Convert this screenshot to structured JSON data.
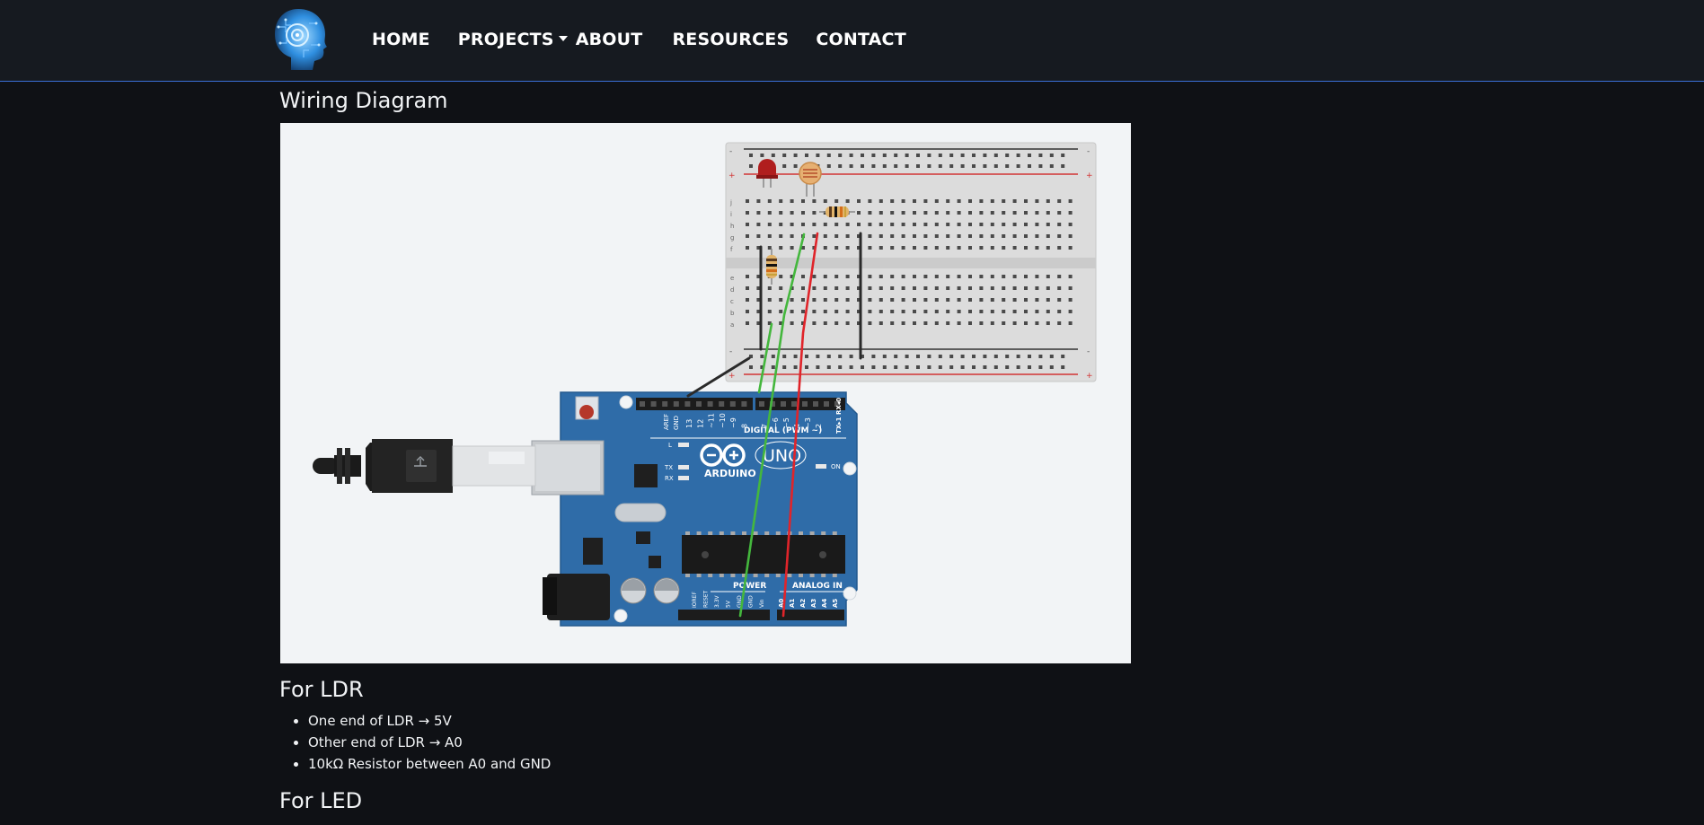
{
  "nav": {
    "items": [
      {
        "label": "HOME"
      },
      {
        "label": "PROJECTS"
      },
      {
        "label": "ABOUT"
      },
      {
        "label": "RESOURCES"
      },
      {
        "label": "CONTACT"
      }
    ]
  },
  "main": {
    "wiring_heading": "Wiring Diagram",
    "diagram": {
      "board_text": {
        "brand": "ARDUINO",
        "model": "UNO",
        "digital_label": "DIGITAL (PWM ~)",
        "power_label": "POWER",
        "analog_label": "ANALOG IN",
        "on_label": "ON",
        "l_label": "L",
        "tx_label": "TX",
        "rx_label": "RX",
        "txrx_pins": "TX▸1 RX◂0",
        "aref": "AREF",
        "gnd": "GND",
        "power_pins": [
          "IOREF",
          "RESET",
          "3.3V",
          "5V",
          "GND",
          "GND",
          "Vin"
        ],
        "analog_pins": [
          "A0",
          "A1",
          "A2",
          "A3",
          "A4",
          "A5"
        ],
        "digital_pins": [
          "13",
          "12",
          "~11",
          "~10",
          "~9",
          "8",
          "7",
          "~6",
          "~5",
          "4",
          "~3",
          "2"
        ]
      },
      "breadboard": {
        "row_letters_top": [
          "j",
          "i",
          "h",
          "g",
          "f"
        ],
        "row_letters_bottom": [
          "e",
          "d",
          "c",
          "b",
          "a"
        ],
        "minus_sign": "-",
        "plus_sign": "+"
      }
    },
    "ldr_heading": "For LDR",
    "ldr_items": [
      "One end of LDR → 5V",
      "Other end of LDR → A0",
      "10kΩ Resistor between A0 and GND"
    ],
    "led_heading": "For LED"
  },
  "colors": {
    "background": "#0f1115",
    "navbar": "#161a20",
    "nav_border": "#3b6fd6",
    "board_blue": "#2f6ca8",
    "wire_red": "#e0242a",
    "wire_green": "#44b73d",
    "wire_black": "#2a2a2a"
  }
}
